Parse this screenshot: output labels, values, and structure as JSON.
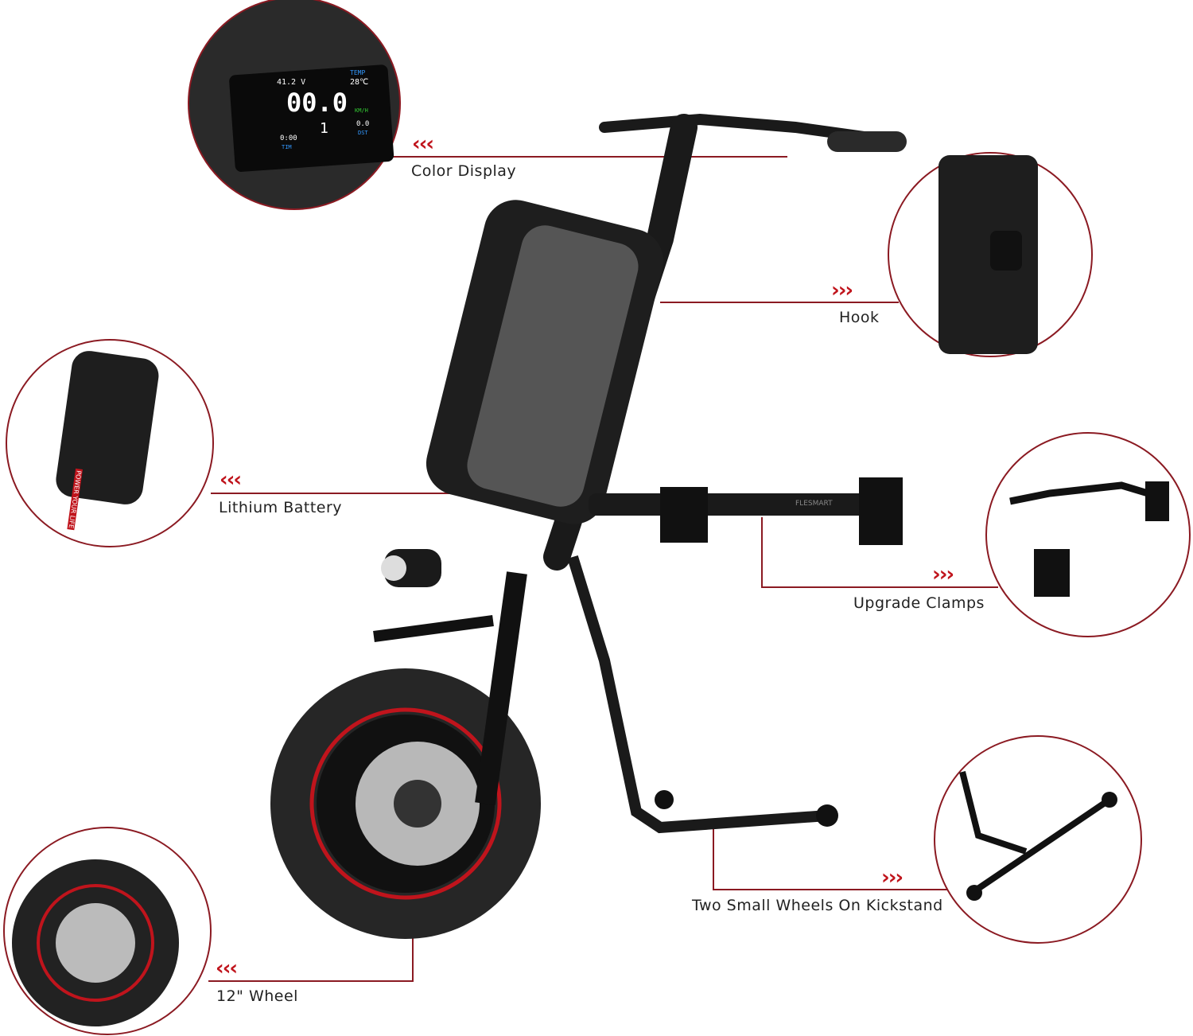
{
  "colors": {
    "accent": "#c0141c",
    "line": "#8b1a22",
    "device": "#1c1c1c",
    "battery": "#555555"
  },
  "callouts": [
    {
      "id": "color-display",
      "label": "Color Display",
      "chevrons": "‹‹‹"
    },
    {
      "id": "hook",
      "label": "Hook",
      "chevrons": "›››"
    },
    {
      "id": "lithium-battery",
      "label": "Lithium Battery",
      "chevrons": "‹‹‹"
    },
    {
      "id": "upgrade-clamps",
      "label": "Upgrade Clamps",
      "chevrons": "›››"
    },
    {
      "id": "kickstand-wheels",
      "label": "Two Small Wheels On Kickstand",
      "chevrons": "›››"
    },
    {
      "id": "wheel",
      "label": "12\" Wheel",
      "chevrons": "‹‹‹"
    }
  ],
  "display": {
    "voltage": "41.2 V",
    "temp_label": "TEMP",
    "temp": "28℃",
    "speed": "00.0",
    "speed_unit": "KM/H",
    "gear": "1",
    "time_label": "TIM",
    "time": "0:00",
    "dist_label": "DST",
    "dist": "0.0"
  },
  "battery_text": "POWER YOUR LIFE",
  "brand": "FLESMART"
}
